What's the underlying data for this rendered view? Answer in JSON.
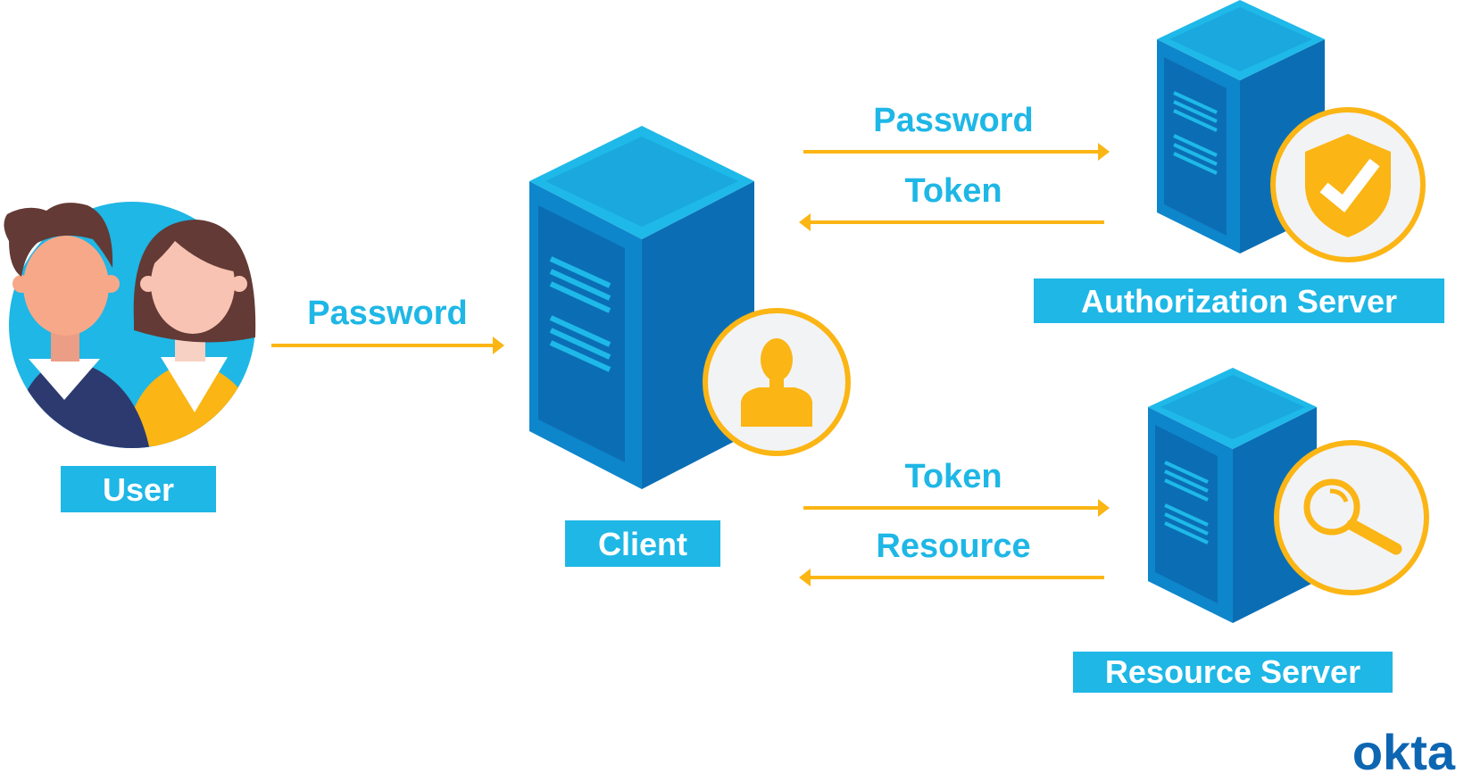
{
  "colors": {
    "accent_blue": "#1eb7e6",
    "server_dark": "#0b6eb5",
    "server_mid": "#0e86cb",
    "server_top": "#1eb9e8",
    "arrow_gold": "#fbb514",
    "logo_blue": "#0d66b2",
    "circle_bg": "#f2f3f5"
  },
  "entities": {
    "user": {
      "label": "User",
      "icon": "people-avatar-icon"
    },
    "client": {
      "label": "Client",
      "icon": "person-silhouette-icon"
    },
    "auth_server": {
      "label": "Authorization Server",
      "icon": "shield-check-icon"
    },
    "resource_server": {
      "label": "Resource Server",
      "icon": "magnifier-icon"
    }
  },
  "flows": {
    "user_to_client": {
      "label": "Password",
      "direction": "right"
    },
    "client_to_auth": {
      "label": "Password",
      "direction": "right"
    },
    "auth_to_client": {
      "label": "Token",
      "direction": "left"
    },
    "client_to_resource": {
      "label": "Token",
      "direction": "right"
    },
    "resource_to_client": {
      "label": "Resource",
      "direction": "left"
    }
  },
  "brand": {
    "logo_text": "okta"
  }
}
